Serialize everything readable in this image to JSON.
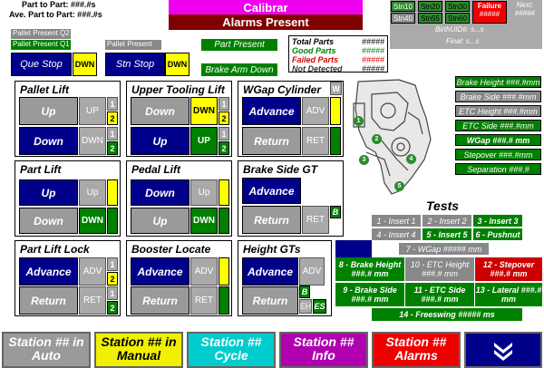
{
  "times": {
    "part_to_part": "Part to Part: ###.#s",
    "ave_part_to_part": "Ave. Part to Part: ###.#s"
  },
  "header": {
    "mode": "Calibrar",
    "alarms": "Alarms Present"
  },
  "stations": {
    "s10": "Stn10",
    "s20": "Stn20",
    "s30": "Stn30",
    "s40": "Stn40",
    "s55": "Stn55",
    "s60": "Stn60"
  },
  "failure": {
    "label": "Failure",
    "value": "#####"
  },
  "next": {
    "label": "Next:",
    "value": "#####"
  },
  "birth": "BirthUID#: s...s",
  "final": "Final: s...s",
  "pallet": {
    "q2": "Pallet Present Q2",
    "q1": "Pallet Present Q1",
    "que_stop": "Que Stop",
    "que_dwn": "DWN",
    "pp": "Pallet Present",
    "stn_stop": "Stn Stop",
    "stn_dwn": "DWN"
  },
  "part_present": "Part Present",
  "brake_arm": "Brake Arm Down",
  "counts": {
    "total_label": "Total Parts",
    "good_label": "Good Parts",
    "failed_label": "Failed Parts",
    "nd_label": "Not Detected",
    "total": "#####",
    "good": "#####",
    "failed": "#####",
    "nd": "#####"
  },
  "panels": {
    "pallet_lift": {
      "title": "Pallet Lift",
      "b1": "Up",
      "s1": "UP",
      "b2": "Down",
      "s2": "DWN",
      "n1": "1",
      "n2": "2",
      "n3": "1",
      "n4": "2"
    },
    "upper_tooling": {
      "title": "Upper Tooling Lift",
      "b1": "Down",
      "s1": "DWN",
      "b2": "Up",
      "s2": "UP",
      "n1": "1",
      "n2": "2",
      "n3": "1",
      "n4": "2"
    },
    "wgap": {
      "title": "WGap Cylinder",
      "b1": "Advance",
      "s1": "ADV",
      "b2": "Return",
      "s2": "RET",
      "w": "W"
    },
    "part_lift": {
      "title": "Part Lift",
      "b1": "Up",
      "s1": "Up",
      "b2": "Down",
      "s2": "DWN"
    },
    "pedal_lift": {
      "title": "Pedal Lift",
      "b1": "Down",
      "s1": "Up",
      "b2": "Up",
      "s2": "DWN"
    },
    "brake_side": {
      "title": "Brake Side GT",
      "b1": "Advance",
      "b2": "Return",
      "s2": "RET",
      "b": "B"
    },
    "part_lift_lock": {
      "title": "Part Lift Lock",
      "b1": "Advance",
      "s1": "ADV",
      "b2": "Return",
      "s2": "RET",
      "n1": "1",
      "n2": "2",
      "n3": "1",
      "n4": "2"
    },
    "booster": {
      "title": "Booster Locate",
      "b1": "Advance",
      "s1": "ADV",
      "b2": "Return",
      "s2": "RET"
    },
    "height_gts": {
      "title": "Height GTs",
      "b1": "Advance",
      "s1": "ADV",
      "b2": "Return",
      "b": "B",
      "eh": "EH",
      "es": "ES"
    }
  },
  "markers": {
    "m1": "1",
    "m2": "2",
    "m3": "3",
    "m4": "4",
    "m5": "5"
  },
  "readings": [
    "Brake Height ###.#mm",
    "Brake Side ###.#mm",
    "ETC Height ###.#mm",
    "ETC Side ###.#mm",
    "WGap ###.# mm",
    "Stepover ###.#mm",
    "Separation ###.#"
  ],
  "tests": {
    "title": "Tests",
    "t1": "1 - Insert 1",
    "t2": "2 - Insert 2",
    "t3": "3 - Insert 3",
    "t4": "4 - Insert 4",
    "t5": "5 - Insert 5",
    "t6": "6 - Pushnut",
    "t7": "7 - WGap ##### mm",
    "t8": "8 - Brake Height ###.# mm",
    "t10": "10 - ETC Height ###.# mm",
    "t12": "12 - Stepover ###.# mm",
    "t9": "9 - Brake Side ###.# mm",
    "t11": "11 - ETC Side ###.# mm",
    "t13": "13 - Lateral ###.# mm",
    "t14": "14 - Freeswing ##### ms"
  },
  "nav": {
    "n1": "Station ## in Auto",
    "n2": "Station ## in Manual",
    "n3": "Station ## Cycle",
    "n4": "Station ## Info",
    "n5": "Station ## Alarms",
    "arrow": "double-chevron-down-icon"
  },
  "colors": {
    "magenta": "#ee00ee",
    "maroon": "#800000",
    "blue": "#00008b",
    "green": "#008000",
    "yellow": "#ffff00",
    "red": "#dd0000",
    "grey": "#9a9a9a"
  }
}
